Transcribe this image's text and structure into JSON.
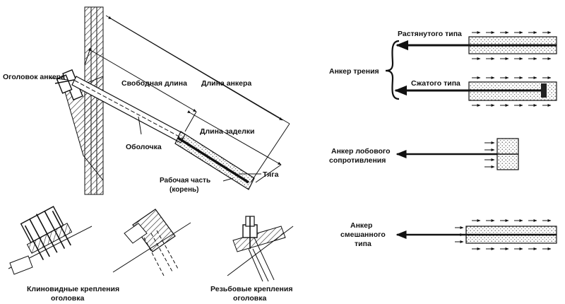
{
  "anchor_diagram": {
    "head_label": "Оголовок анкера",
    "free_length_label": "Свободная длина",
    "anchor_length_label": "Длина анкера",
    "embed_length_label": "Длина заделки",
    "sheath_label": "Оболочка",
    "rod_label": "Тяга",
    "working_part_line1": "Рабочая часть",
    "working_part_line2": "(корень)"
  },
  "head_fixings": {
    "wedge_line1": "Клиновидные крепления",
    "wedge_line2": "оголовка",
    "thread_line1": "Резьбовые крепления",
    "thread_line2": "оголовка"
  },
  "anchor_types": {
    "friction_label": "Анкер трения",
    "tension_label": "Растянутого типа",
    "compression_label": "Сжатого типа",
    "frontal_line1": "Анкер лобового",
    "frontal_line2": "сопротивления",
    "mixed_line1": "Анкер",
    "mixed_line2": "смешанного",
    "mixed_line3": "типа"
  }
}
